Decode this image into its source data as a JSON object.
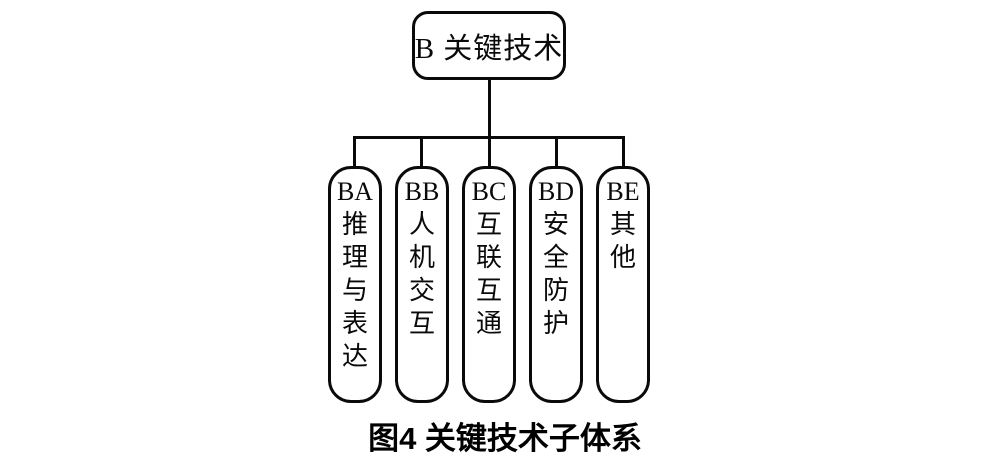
{
  "diagram": {
    "title_caption": "图4 关键技术子体系",
    "root": {
      "label": "B 关键技术"
    },
    "children": [
      {
        "code": "BA",
        "name": "推理与表达"
      },
      {
        "code": "BB",
        "name": "人机交互"
      },
      {
        "code": "BC",
        "name": "互联互通"
      },
      {
        "code": "BD",
        "name": "安全防护"
      },
      {
        "code": "BE",
        "name": "其他"
      }
    ],
    "colors": {
      "line": "#0a0a0a",
      "background": "#ffffff",
      "text": "#0a0a0a"
    }
  }
}
